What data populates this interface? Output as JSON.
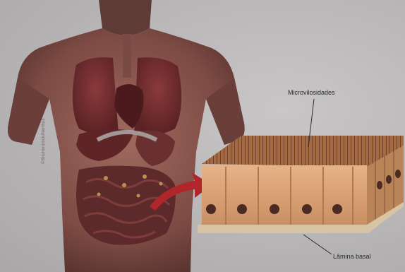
{
  "labels": {
    "microvilli": "Microvilosidades",
    "basal_lamina": "Lâmina basal"
  },
  "credit": "©Shutterstock/Nerthuz",
  "colors": {
    "background": "#b9b7b8",
    "skin": "#8a5a52",
    "organs": "#6b2a2a",
    "cells": "#d9a67a",
    "nucleus": "#4a2a22",
    "arrow": "#b0262a"
  }
}
